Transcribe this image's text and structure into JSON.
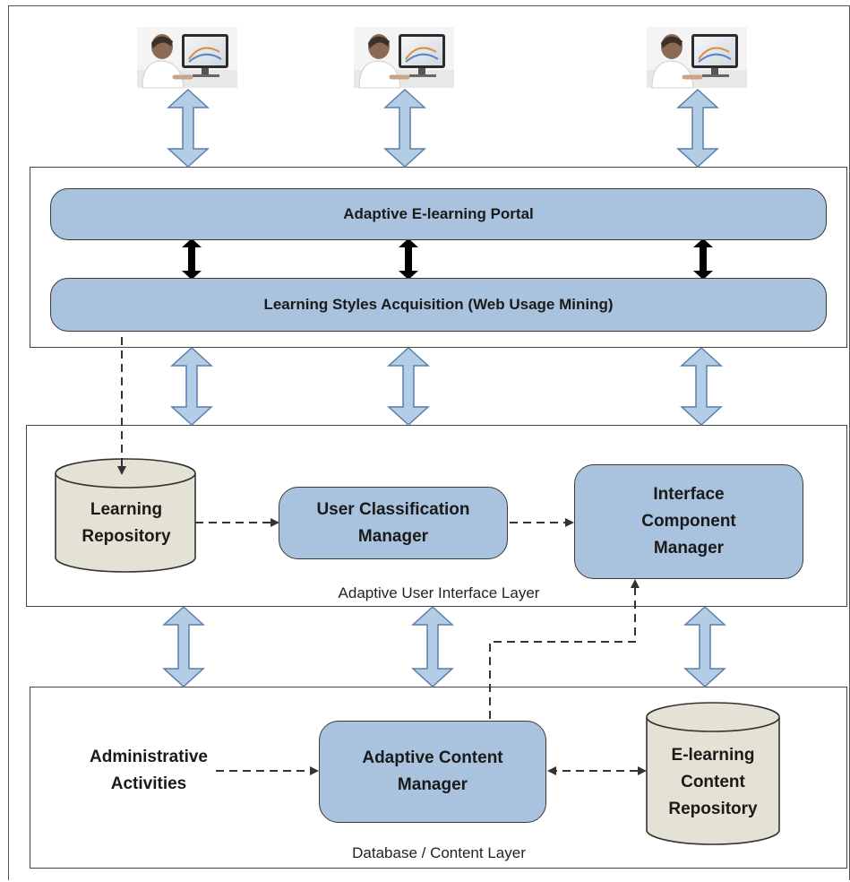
{
  "top_layer": {
    "portal_label": "Adaptive E-learning Portal",
    "acquisition_label": "Learning Styles Acquisition (Web Usage Mining)"
  },
  "ui_layer": {
    "caption": "Adaptive User Interface Layer",
    "learning_repository": "Learning\nRepository",
    "user_classification_manager": "User Classification\nManager",
    "interface_component_manager": "Interface\nComponent\nManager"
  },
  "db_layer": {
    "caption": "Database / Content Layer",
    "administrative_activities": "Administrative\nActivities",
    "adaptive_content_manager": "Adaptive Content\nManager",
    "elearning_content_repository": "E-learning\nContent\nRepository"
  },
  "icons": {
    "user_figure": "user-at-computer-icon",
    "double_arrow": "double-arrow-icon"
  },
  "colors": {
    "box_fill": "#a9c3df",
    "cylinder_fill": "#e4e2d4",
    "arrow_fill": "#b4cde6",
    "arrow_stroke": "#5a7fa8",
    "black_arrow": "#000000"
  }
}
